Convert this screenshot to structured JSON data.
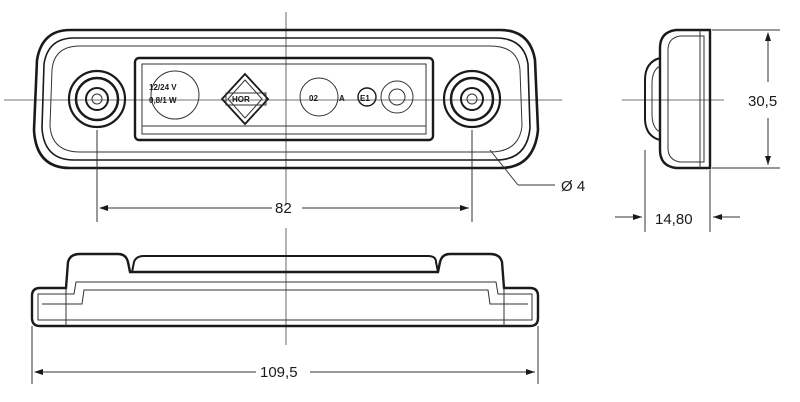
{
  "dimensions": {
    "length_holes": "82",
    "hole_diameter": "Ø 4",
    "height": "30,5",
    "depth": "14,80",
    "total_length": "109,5"
  },
  "lens_markings": {
    "voltage": "12/24 V",
    "power": "0,8/1 W",
    "logo": "HOR",
    "code": "02",
    "approval_letter": "A",
    "approval_mark": "E1"
  }
}
